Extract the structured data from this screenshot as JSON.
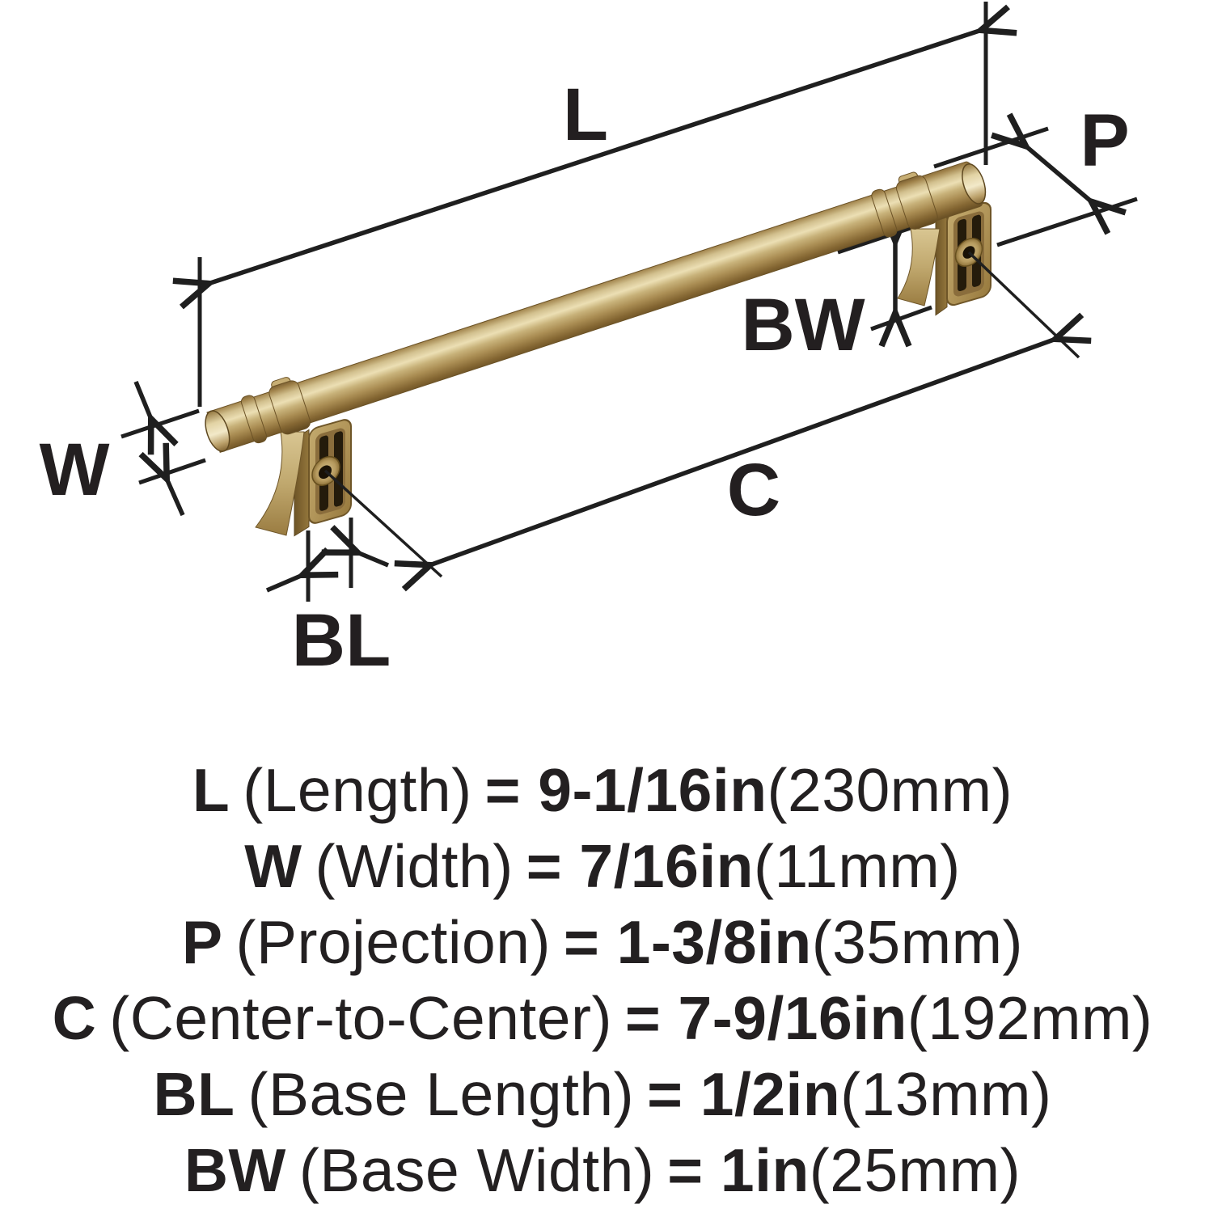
{
  "diagram": {
    "labels": {
      "length": "L",
      "width": "W",
      "projection": "P",
      "center_to_center": "C",
      "base_length": "BL",
      "base_width": "BW"
    },
    "colors": {
      "accent_gold": "#b2965a",
      "gold_highlight": "#f2e9c9",
      "gold_shadow": "#64491f",
      "line": "#1f1f1f",
      "text": "#232021",
      "background": "#ffffff"
    }
  },
  "specs": [
    {
      "label": "L",
      "name": "(Length)",
      "value": "= 9-1/16in",
      "metric": "(230mm)"
    },
    {
      "label": "W",
      "name": "(Width)",
      "value": "= 7/16in",
      "metric": "(11mm)"
    },
    {
      "label": "P",
      "name": "(Projection)",
      "value": "= 1-3/8in",
      "metric": "(35mm)"
    },
    {
      "label": "C",
      "name": "(Center-to-Center)",
      "value": "= 7-9/16in",
      "metric": "(192mm)"
    },
    {
      "label": "BL",
      "name": "(Base Length)",
      "value": "= 1/2in",
      "metric": "(13mm)"
    },
    {
      "label": "BW",
      "name": "(Base Width)",
      "value": "= 1in",
      "metric": "(25mm)"
    }
  ]
}
